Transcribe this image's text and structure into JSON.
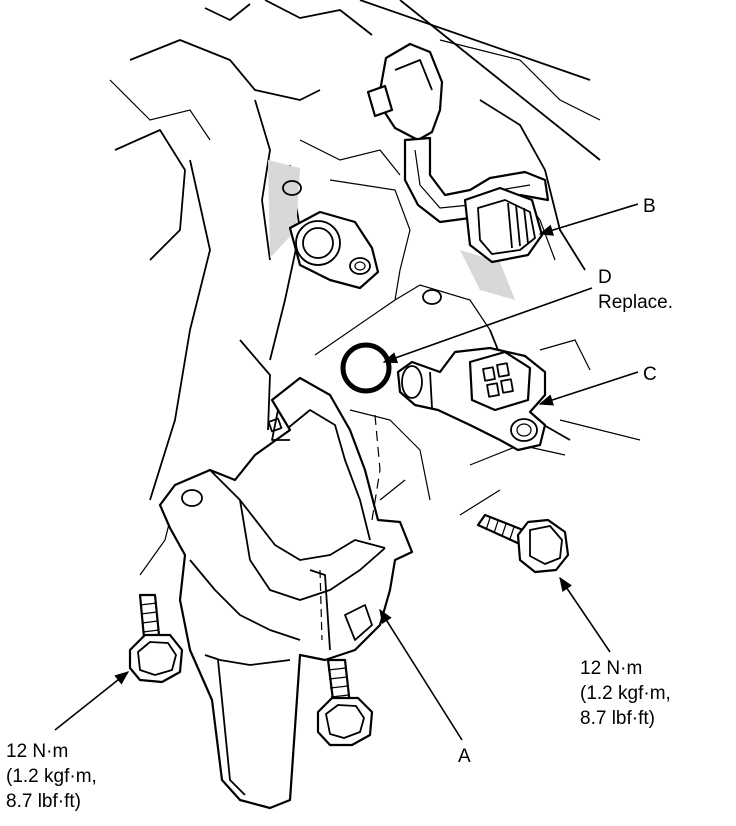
{
  "callouts": {
    "a": "A",
    "b": "B",
    "c": "C",
    "d": "D",
    "d_note": "Replace."
  },
  "torque_right": {
    "line1": "12 N·m",
    "line2": "(1.2 kgf·m,",
    "line3": "8.7 lbf·ft)"
  },
  "torque_left": {
    "line1": "12 N·m",
    "line2": "(1.2 kgf·m,",
    "line3": "8.7 lbf·ft)"
  }
}
